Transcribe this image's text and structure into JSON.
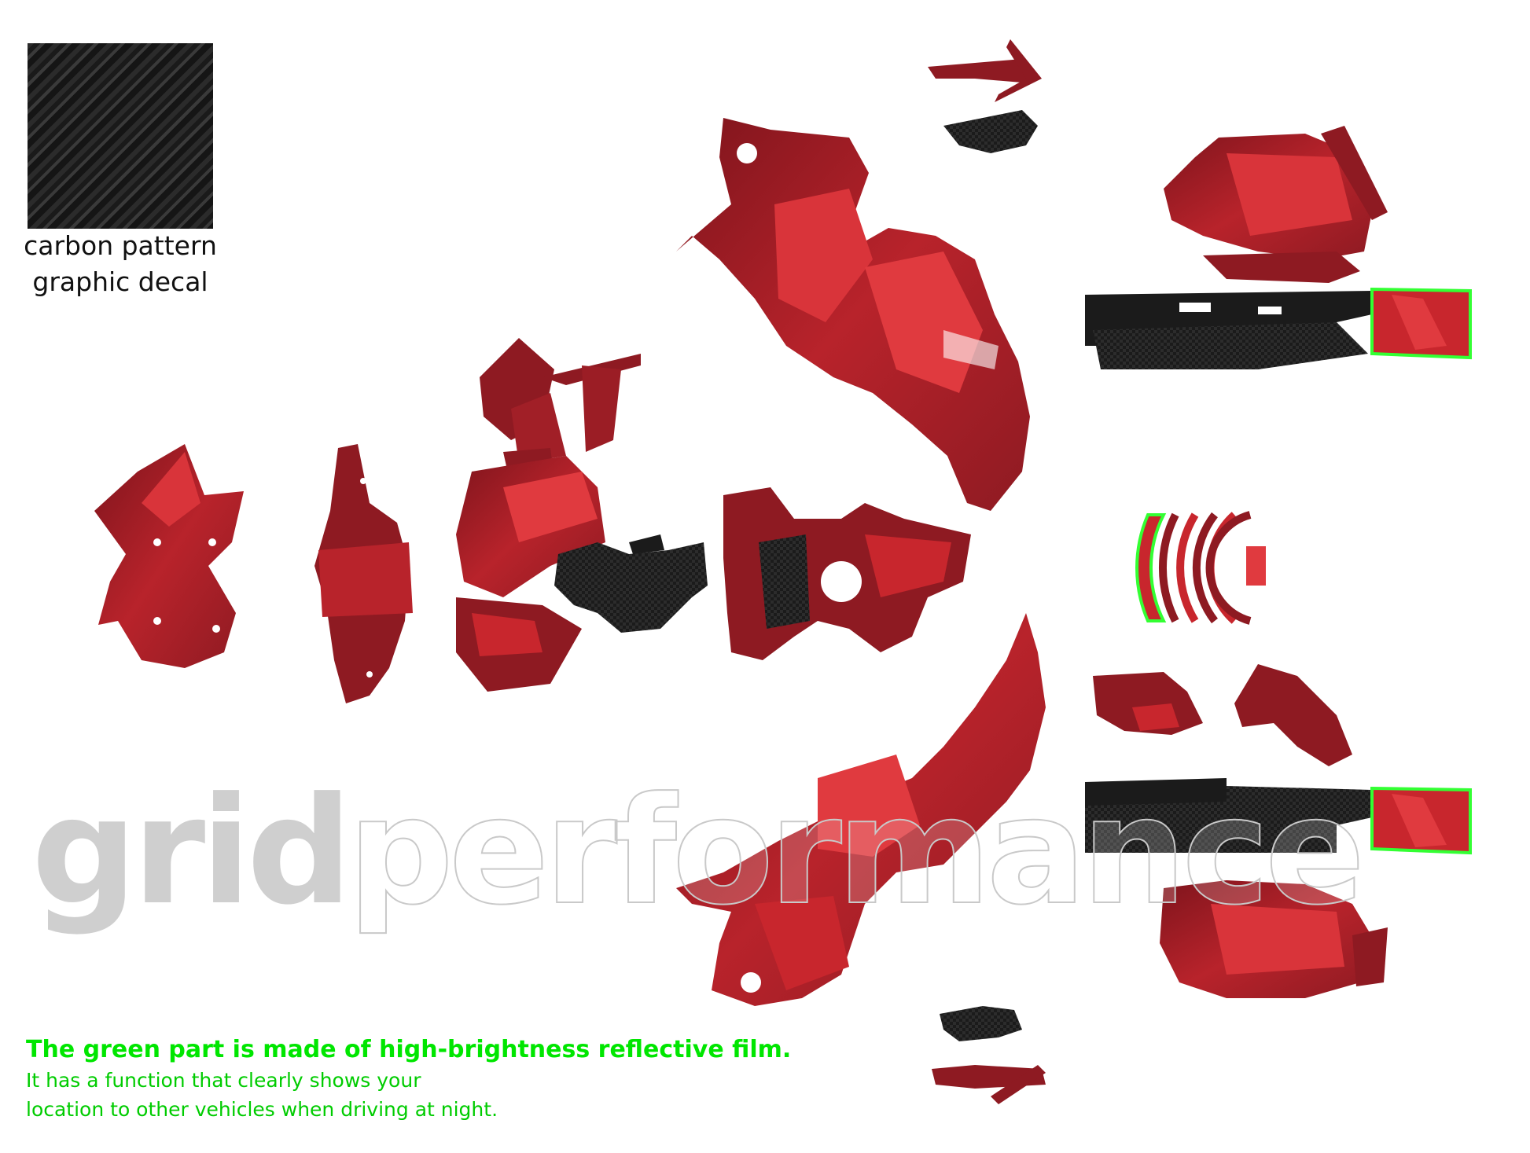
{
  "swatch": {
    "caption_line1": "carbon pattern",
    "caption_line2": "graphic decal"
  },
  "watermark": {
    "part1": "grid",
    "part2": "performance"
  },
  "note": {
    "headline": "The green part is made of high-brightness reflective film.",
    "line1": "It has a function that clearly shows your",
    "line2": "location to other vehicles when driving at night."
  },
  "colors": {
    "decal_dark_red": "#8e1a22",
    "decal_red": "#c8262d",
    "decal_bright_red": "#e03a3f",
    "carbon_black": "#1b1b1b",
    "reflective_green": "#33ff33",
    "watermark_gray": "#cfcfcf"
  }
}
